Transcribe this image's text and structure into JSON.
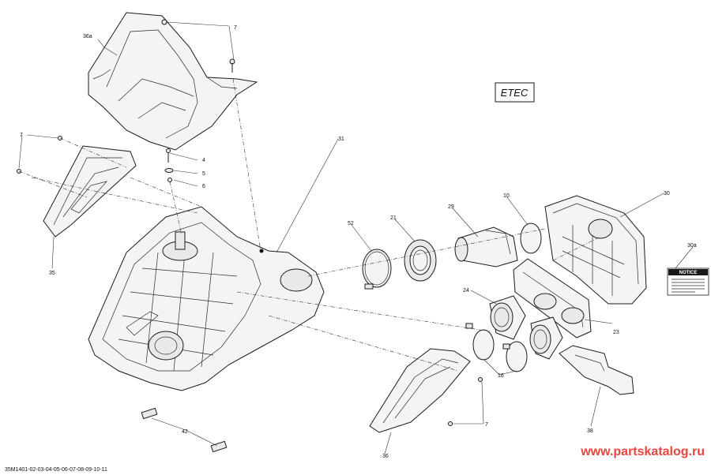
{
  "diagram": {
    "variant_box": "ETEC",
    "drawing_code": "35M1401-02-03-04-05-06-07-08-09-10-11",
    "watermark": "www.partskatalog.ru",
    "decal_title": "NOTICE",
    "callouts": {
      "c36a": "36a",
      "c7_top": "7",
      "c31": "31",
      "c7_left": "7",
      "c4": "4",
      "c5": "5",
      "c6": "6",
      "c35": "35",
      "c52": "52",
      "c21": "21",
      "c29": "29",
      "c10": "10",
      "c30": "30",
      "c30a": "30a",
      "c24": "24",
      "c23": "23",
      "c16": "16",
      "c7_right": "7",
      "c38": "38",
      "c42": "42",
      "c36": "36"
    }
  }
}
